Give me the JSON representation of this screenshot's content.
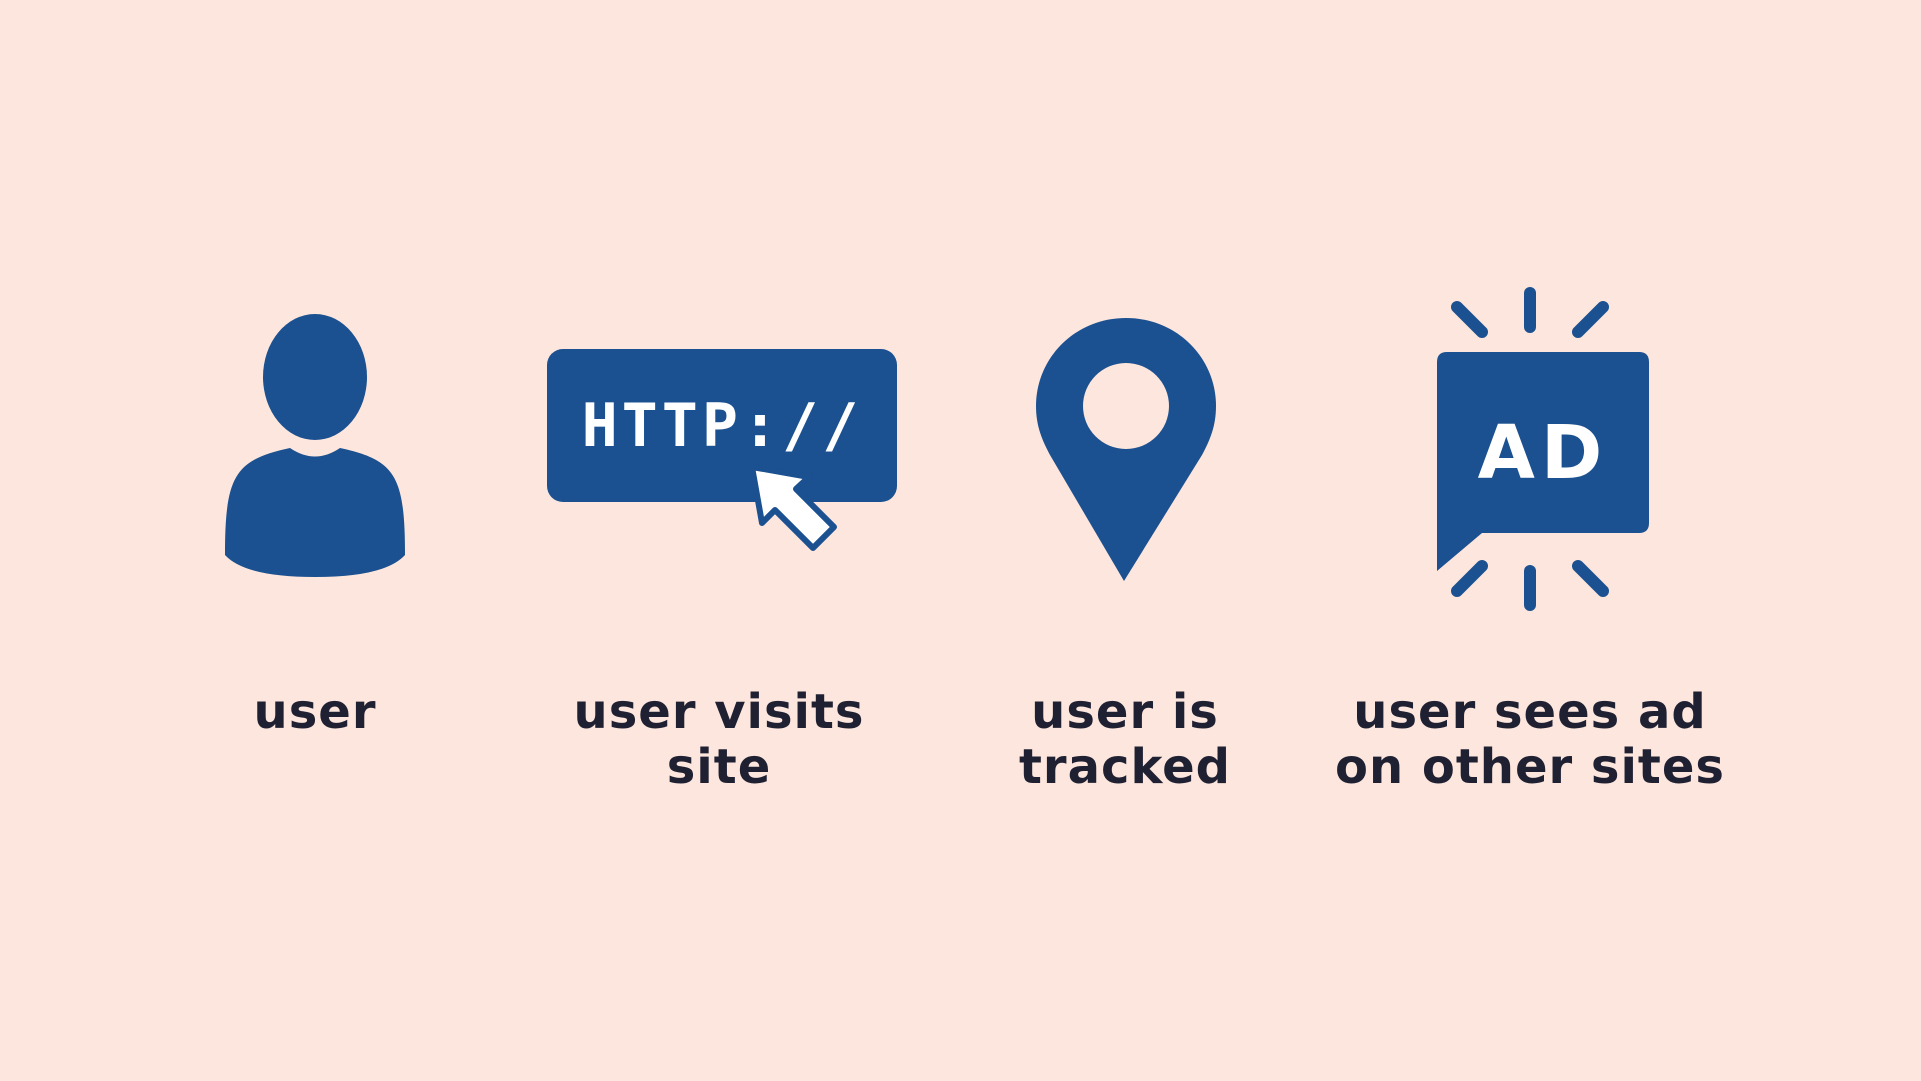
{
  "colors": {
    "background": "#fde6dd",
    "icon": "#1b5190",
    "icon_inner": "#ffffff",
    "text": "#1f2133"
  },
  "steps": [
    {
      "icon": "user-icon",
      "label_lines": [
        "user"
      ]
    },
    {
      "icon": "browser-url-cursor-icon",
      "icon_text": "HTTP://",
      "label_lines": [
        "user visits",
        "site"
      ]
    },
    {
      "icon": "location-pin-icon",
      "label_lines": [
        "user is",
        "tracked"
      ]
    },
    {
      "icon": "ad-speech-bubble-icon",
      "icon_text": "AD",
      "label_lines": [
        "user sees ad",
        "on other sites"
      ]
    }
  ]
}
